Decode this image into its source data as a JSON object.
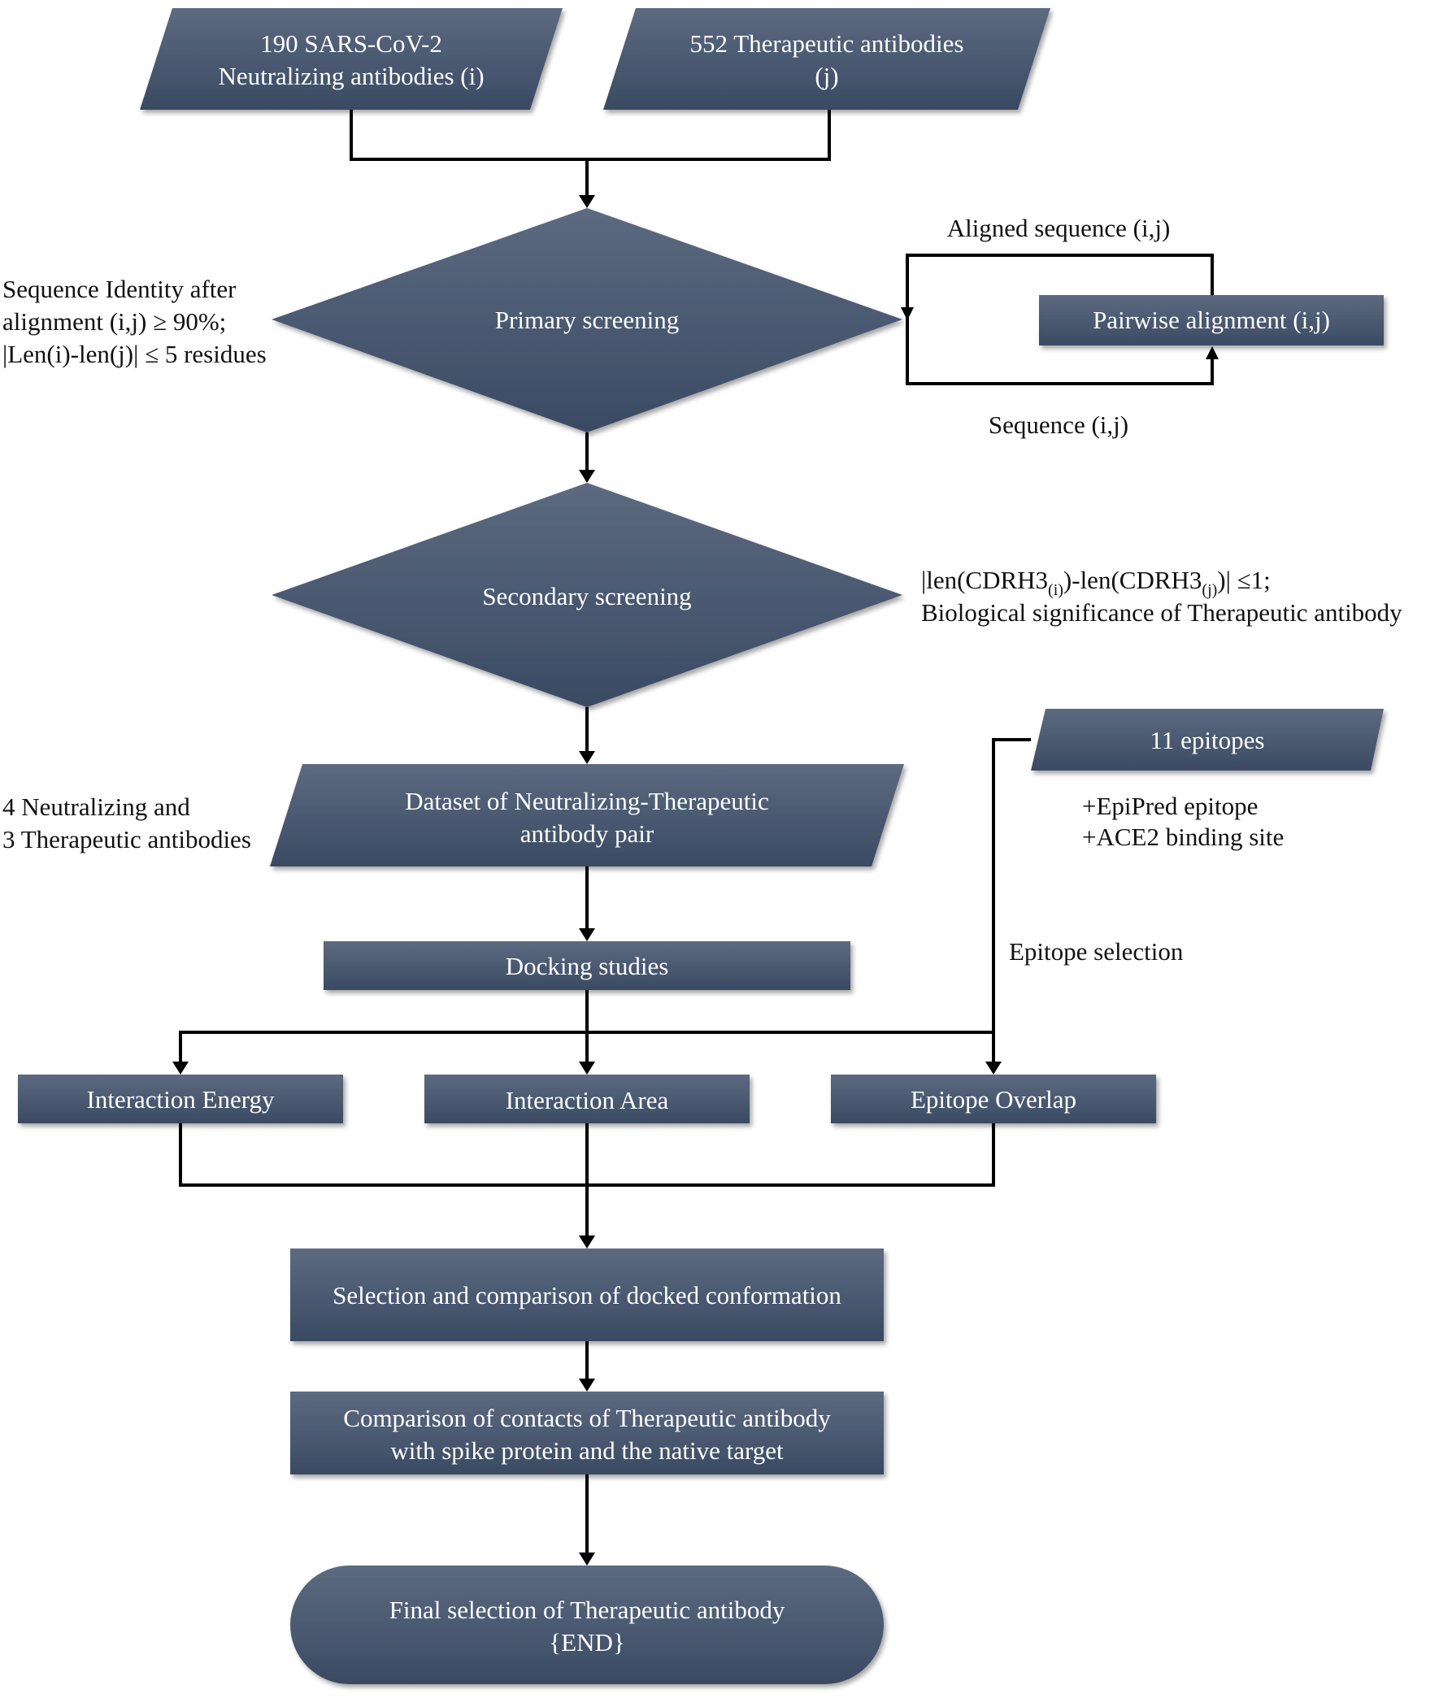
{
  "nodes": {
    "neutralizing": {
      "lines": [
        "190 SARS-CoV-2",
        "Neutralizing antibodies (i)"
      ]
    },
    "therapeutic": {
      "lines": [
        "552 Therapeutic antibodies",
        "(j)"
      ]
    },
    "primary": {
      "label": "Primary screening"
    },
    "pairwise": {
      "label": "Pairwise alignment (i,j)"
    },
    "secondary": {
      "label": "Secondary screening"
    },
    "dataset": {
      "lines": [
        "Dataset of Neutralizing-Therapeutic",
        "antibody pair"
      ]
    },
    "epitopes": {
      "label": "11 epitopes"
    },
    "docking": {
      "label": "Docking studies"
    },
    "energy": {
      "label": "Interaction Energy"
    },
    "area": {
      "label": "Interaction Area"
    },
    "overlap": {
      "label": "Epitope Overlap"
    },
    "selection": {
      "label": "Selection and comparison of docked conformation"
    },
    "comparison": {
      "lines": [
        "Comparison of contacts of Therapeutic antibody",
        "with spike protein and the native target"
      ]
    },
    "final": {
      "lines": [
        "Final selection of Therapeutic antibody",
        "{END}"
      ]
    }
  },
  "annotations": {
    "aligned_sequence": "Aligned sequence (i,j)",
    "sequence": "Sequence (i,j)",
    "primary_criteria": [
      "Sequence Identity after",
      "alignment (i,j) ≥ 90%;",
      "|Len(i)-len(j)| ≤ 5 residues"
    ],
    "secondary_criteria": {
      "p1": "|len(CDRH3",
      "s1": "(i)",
      "p2": ")-len(CDRH3",
      "s2": "(j)",
      "p3": ")| ≤1;",
      "line2": "Biological significance of Therapeutic antibody"
    },
    "dataset_counts": [
      "4 Neutralizing and",
      "3 Therapeutic antibodies"
    ],
    "epitope_extras": [
      "+EpiPred epitope",
      "+ACE2 binding site"
    ],
    "epitope_selection": "Epitope selection"
  },
  "colors": {
    "node_fill_top": "#5c6a80",
    "node_fill_bottom": "#3a4a63",
    "node_text": "#ffffff",
    "edge": "#000000"
  }
}
